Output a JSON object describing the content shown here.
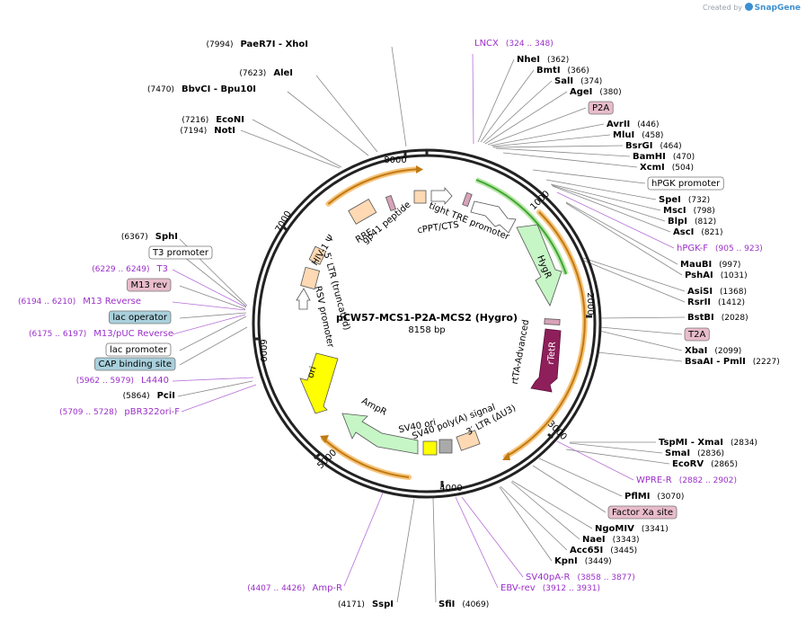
{
  "brand": {
    "prefix": "Created by",
    "name": "SnapGene"
  },
  "plasmid": {
    "name": "pCW57-MCS1-P2A-MCS2 (Hygro)",
    "size": "8158 bp"
  },
  "ruler": {
    "ticks": [
      "1000",
      "2000",
      "3000",
      "4000",
      "5000",
      "6000",
      "7000",
      "8000"
    ]
  },
  "colors": {
    "enzyme": "#000000",
    "primer": "#9b30c8",
    "feature_fill": "#ffd9b3",
    "ori": "#ffff00",
    "hygr": "#c6f5c6",
    "rtta": "#8e1f5a",
    "arc": "#e0961e",
    "green_arc": "#3ea531"
  },
  "features": [
    {
      "label": "tight TRE promoter"
    },
    {
      "label": "cPPT/CTS"
    },
    {
      "label": "HygR"
    },
    {
      "label": "rtTA-Advanced"
    },
    {
      "label": "rTetR"
    },
    {
      "label": "SV40 poly(A) signal"
    },
    {
      "label": "3′ LTR (ΔU3)"
    },
    {
      "label": "SV40 ori"
    },
    {
      "label": "AmpR"
    },
    {
      "label": "ori"
    },
    {
      "label": "RSV promoter"
    },
    {
      "label": "5′ LTR (truncated)"
    },
    {
      "label": "HIV-1 Ψ"
    },
    {
      "label": "RRE"
    },
    {
      "label": "gp41 peptide"
    }
  ],
  "right_labels": [
    {
      "type": "primer",
      "name": "LNCX",
      "coord": "(324 .. 348)"
    },
    {
      "type": "enzyme",
      "name": "NheI",
      "coord": "(362)"
    },
    {
      "type": "enzyme",
      "name": "BmtI",
      "coord": "(366)"
    },
    {
      "type": "enzyme",
      "name": "SalI",
      "coord": "(374)"
    },
    {
      "type": "enzyme",
      "name": "AgeI",
      "coord": "(380)"
    },
    {
      "type": "pinkbox",
      "name": "P2A"
    },
    {
      "type": "enzyme",
      "name": "AvrII",
      "coord": "(446)"
    },
    {
      "type": "enzyme",
      "name": "MluI",
      "coord": "(458)"
    },
    {
      "type": "enzyme",
      "name": "BsrGI",
      "coord": "(464)"
    },
    {
      "type": "enzyme",
      "name": "BamHI",
      "coord": "(470)"
    },
    {
      "type": "enzyme",
      "name": "XcmI",
      "coord": "(504)"
    },
    {
      "type": "whitebox",
      "name": "hPGK promoter"
    },
    {
      "type": "enzyme",
      "name": "SpeI",
      "coord": "(732)"
    },
    {
      "type": "enzyme",
      "name": "MscI",
      "coord": "(798)"
    },
    {
      "type": "enzyme",
      "name": "BlpI",
      "coord": "(812)"
    },
    {
      "type": "enzyme",
      "name": "AscI",
      "coord": "(821)"
    },
    {
      "type": "primer",
      "name": "hPGK-F",
      "coord": "(905 .. 923)"
    },
    {
      "type": "enzyme",
      "name": "MauBI",
      "coord": "(997)"
    },
    {
      "type": "enzyme",
      "name": "PshAI",
      "coord": "(1031)"
    },
    {
      "type": "enzyme",
      "name": "AsiSI",
      "coord": "(1368)"
    },
    {
      "type": "enzyme",
      "name": "RsrII",
      "coord": "(1412)"
    },
    {
      "type": "enzyme",
      "name": "BstBI",
      "coord": "(2028)"
    },
    {
      "type": "pinkbox",
      "name": "T2A"
    },
    {
      "type": "enzyme",
      "name": "XbaI",
      "coord": "(2099)"
    },
    {
      "type": "enzyme",
      "name": "BsaAI - PmlI",
      "coord": "(2227)"
    },
    {
      "type": "enzyme",
      "name": "TspMI - XmaI",
      "coord": "(2834)"
    },
    {
      "type": "enzyme",
      "name": "SmaI",
      "coord": "(2836)"
    },
    {
      "type": "enzyme",
      "name": "EcoRV",
      "coord": "(2865)"
    },
    {
      "type": "primer",
      "name": "WPRE-R",
      "coord": "(2882 .. 2902)"
    },
    {
      "type": "enzyme",
      "name": "PflMI",
      "coord": "(3070)"
    },
    {
      "type": "pinkbox",
      "name": "Factor Xa site"
    },
    {
      "type": "enzyme",
      "name": "NgoMIV",
      "coord": "(3341)"
    },
    {
      "type": "enzyme",
      "name": "NaeI",
      "coord": "(3343)"
    },
    {
      "type": "enzyme",
      "name": "Acc65I",
      "coord": "(3445)"
    },
    {
      "type": "enzyme",
      "name": "KpnI",
      "coord": "(3449)"
    },
    {
      "type": "primer",
      "name": "SV40pA-R",
      "coord": "(3858 .. 3877)"
    },
    {
      "type": "primer",
      "name": "EBV-rev",
      "coord": "(3912 .. 3931)"
    },
    {
      "type": "enzyme",
      "name": "SfiI",
      "coord": "(4069)"
    }
  ],
  "left_labels": [
    {
      "type": "enzyme",
      "name": "PaeR7I - XhoI",
      "coord": "(7994)"
    },
    {
      "type": "enzyme",
      "name": "AleI",
      "coord": "(7623)"
    },
    {
      "type": "enzyme",
      "name": "BbvCI - Bpu10I",
      "coord": "(7470)"
    },
    {
      "type": "enzyme",
      "name": "EcoNI",
      "coord": "(7216)"
    },
    {
      "type": "enzyme",
      "name": "NotI",
      "coord": "(7194)"
    },
    {
      "type": "enzyme",
      "name": "SphI",
      "coord": "(6367)"
    },
    {
      "type": "whitebox",
      "name": "T3 promoter"
    },
    {
      "type": "primer",
      "name": "T3",
      "coord": "(6229 .. 6249)"
    },
    {
      "type": "pinkbox",
      "name": "M13 rev"
    },
    {
      "type": "primer",
      "name": "M13 Reverse",
      "coord": "(6194 .. 6210)"
    },
    {
      "type": "bluebox",
      "name": "lac operator"
    },
    {
      "type": "primer",
      "name": "M13/pUC Reverse",
      "coord": "(6175 .. 6197)"
    },
    {
      "type": "whitebox",
      "name": "lac promoter"
    },
    {
      "type": "bluebox",
      "name": "CAP binding site"
    },
    {
      "type": "primer",
      "name": "L4440",
      "coord": "(5962 .. 5979)"
    },
    {
      "type": "enzyme",
      "name": "PciI",
      "coord": "(5864)"
    },
    {
      "type": "primer",
      "name": "pBR322ori-F",
      "coord": "(5709 .. 5728)"
    },
    {
      "type": "primer",
      "name": "Amp-R",
      "coord": "(4407 .. 4426)"
    },
    {
      "type": "enzyme",
      "name": "SspI",
      "coord": "(4171)"
    }
  ]
}
